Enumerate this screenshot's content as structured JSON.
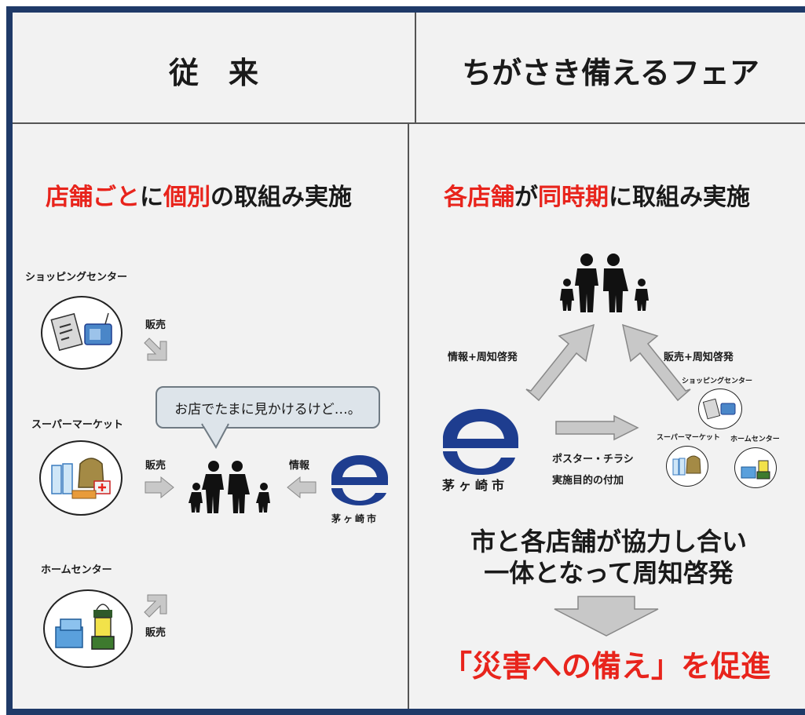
{
  "headers": {
    "left": "従　来",
    "right": "ちがさき備えるフェア"
  },
  "left": {
    "subtitle": {
      "part1": "店舗ごと",
      "part2": "に",
      "part3": "個別",
      "part4": "の取組み実施"
    },
    "stores": [
      {
        "name": "ショッピングセンター",
        "action": "販売"
      },
      {
        "name": "スーパーマーケット",
        "action": "販売"
      },
      {
        "name": "ホームセンター",
        "action": "販売"
      }
    ],
    "bubble": "お店でたまに見かけるけど…。",
    "info_label": "情報",
    "city_name": "茅ヶ崎市"
  },
  "right": {
    "subtitle": {
      "part1": "各店舗",
      "part2": "が",
      "part3": "同時期",
      "part4": "に取組み実施"
    },
    "info_label": "情報+周知啓発",
    "sales_label": "販売+周知啓発",
    "poster_label_1": "ポスター・チラシ",
    "poster_label_2": "実施目的の付加",
    "city_name": "茅ヶ崎市",
    "store_labels": [
      "ショッピングセンター",
      "スーパーマーケット",
      "ホームセンター"
    ],
    "message_1": "市と各店舗が協力し合い",
    "message_2": "一体となって周知啓発",
    "result": "「災害への備え」を促進"
  },
  "colors": {
    "accent_red": "#e8241c",
    "frame_navy": "#1f3a68",
    "city_blue": "#1e3d8f",
    "arrow_gray": "#c8c8c8"
  }
}
